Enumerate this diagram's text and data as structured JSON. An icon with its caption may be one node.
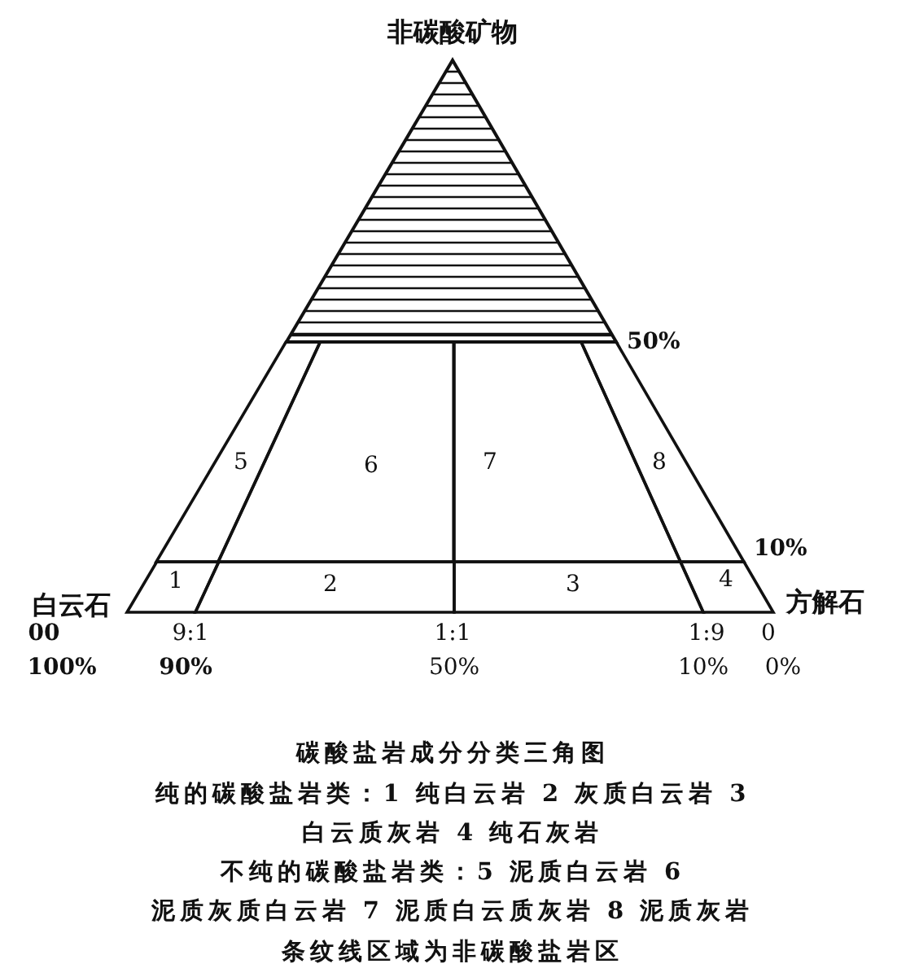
{
  "diagram": {
    "caption": "碳酸盐岩成分分类三角图",
    "nodes": [
      {
        "text": [
          "1"
        ]
      },
      {
        "text": [
          "2"
        ]
      },
      {
        "text": [
          "3"
        ]
      },
      {
        "text": [
          "4"
        ]
      },
      {
        "text": [
          "5"
        ]
      },
      {
        "text": [
          "6"
        ]
      },
      {
        "text": [
          "7"
        ]
      },
      {
        "text": [
          "8"
        ]
      }
    ],
    "labels": [
      "非碳酸矿物",
      "50%",
      "10%",
      "白云石",
      "方解石",
      "00",
      "9:1",
      "1:1",
      "1:9",
      "0",
      "100%",
      "90%",
      "50%",
      "10%",
      "0%",
      "纯的碳酸盐岩类：1 纯白云岩 2 灰质白云岩 3 白云质灰岩 4 纯石灰岩",
      "不纯的碳酸盐岩类：5 泥质白云岩 6 泥质灰质白云岩 7 泥质白云质灰岩 8 泥质灰岩",
      "条纹线区域为非碳酸盐岩区"
    ]
  }
}
